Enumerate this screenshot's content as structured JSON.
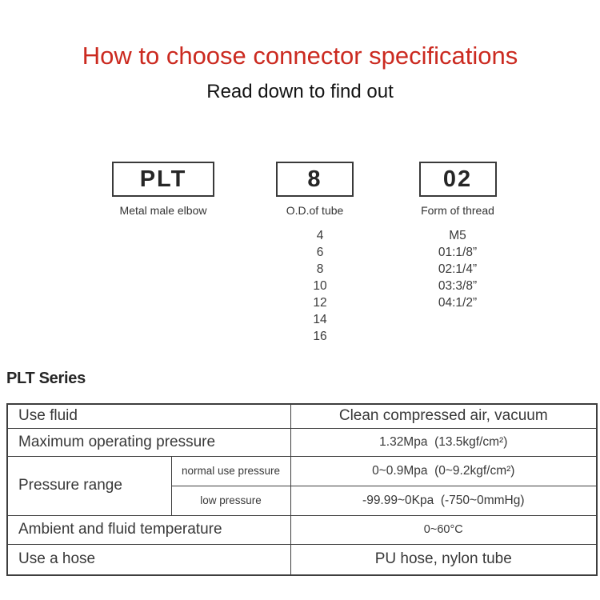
{
  "header": {
    "title": "How to choose connector specifications",
    "subtitle": "Read down to find out"
  },
  "part_number": {
    "segments": [
      {
        "code": "PLT",
        "label": "Metal male elbow"
      },
      {
        "code": "8",
        "label": "O.D.of tube"
      },
      {
        "code": "02",
        "label": "Form of thread"
      }
    ],
    "tube_od_options": [
      "4",
      "6",
      "8",
      "10",
      "12",
      "14",
      "16"
    ],
    "thread_form_options": [
      "M5",
      "01:1/8”",
      "02:1/4”",
      "03:3/8”",
      "04:1/2”"
    ]
  },
  "series": {
    "heading": "PLT Series"
  },
  "spec_table": {
    "use_fluid": {
      "label": "Use fluid",
      "value": "Clean compressed air, vacuum"
    },
    "max_pressure": {
      "label": "Maximum operating pressure",
      "value": "1.32Mpa  (13.5kgf/cm²)"
    },
    "pressure_range": {
      "label": "Pressure range",
      "normal": {
        "label": "normal use pressure",
        "value": "0~0.9Mpa  (0~9.2kgf/cm²)"
      },
      "low": {
        "label": "low pressure",
        "value": "-99.99~0Kpa  (-750~0mmHg)"
      }
    },
    "temperature": {
      "label": "Ambient and fluid temperature",
      "value": "0~60°C"
    },
    "hose": {
      "label": "Use a hose",
      "value": "PU hose, nylon tube"
    }
  },
  "colors": {
    "accent_red": "#cb2a20",
    "row_beige": "#f2ecde",
    "table_border": "#3e3e3e",
    "text_dark": "#383838"
  }
}
